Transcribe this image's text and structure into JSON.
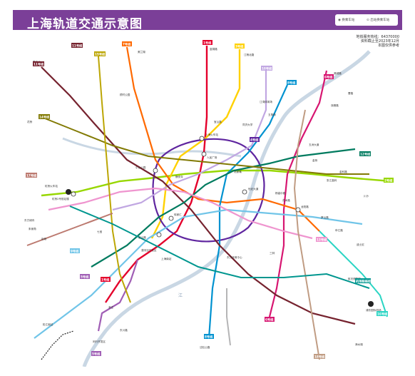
{
  "title": "上海轨道交通示意图",
  "legend": {
    "transfer": "换乘车站",
    "out_transfer": "出站换乘车站"
  },
  "notes": [
    "地铁服务热线：64370000",
    "资料截止至2023年12月",
    "本图仅供参考"
  ],
  "river_label": "江",
  "colors": {
    "title_bg": "#7b3f98",
    "river": "#c9d7e4",
    "line1": "#e4002b",
    "line2": "#97d700",
    "line3": "#ffd100",
    "line4": "#5f259f",
    "line5": "#a05eb5",
    "line6": "#d71671",
    "line7": "#ff6900",
    "line8": "#0092d0",
    "line9": "#71c5e8",
    "line10": "#c1a7e2",
    "line11": "#76232f",
    "line12": "#007b5f",
    "line13": "#ef95cf",
    "line14": "#827a04",
    "line15": "#bca605",
    "line16": "#2cd5c4",
    "line17": "#bc796f",
    "line18": "#c09c83",
    "pujiang": "#b5b5b6",
    "airport": "#00968f"
  },
  "line_tags": {
    "l1n": "1号线",
    "l3n": "3号线",
    "l7n": "7号线",
    "l11w": "11号线",
    "l11b": "11号线",
    "l6n": "6号线",
    "l8n": "8号线",
    "l14": "14号线",
    "l15": "15号线",
    "l17": "17号线",
    "l12": "12号线",
    "l9": "9号线",
    "l16": "16号线",
    "l13": "13号线",
    "l18": "18号线",
    "l5": "5号线",
    "l1s": "1号线",
    "l5s": "5号线",
    "lair": "机场联络线",
    "l8s": "8号线",
    "l6s": "6号线",
    "l10": "10号线",
    "l2": "2号线",
    "l4": "4号线"
  },
  "stations": {
    "fujinlu": "富锦路",
    "xinzhuang": "莘庄",
    "hongqiao2": "虹桥2号航站楼",
    "pudong_airport": "浦东国际机场",
    "century_ave": "世纪大道",
    "peoples_sq": "人民广场",
    "lujiazui": "陆家嘴",
    "xujiahui": "徐家汇",
    "shanghai_rs": "上海火车站",
    "longyang": "龙阳路",
    "zhongshan_park": "中山公园",
    "jingan": "静安寺",
    "hongqiao_rs": "虹桥火车站",
    "songjiang": "松江南站",
    "dishui": "滴水湖",
    "jiading": "嘉定北",
    "huaqiao": "花桥",
    "disney": "迪士尼",
    "qibao": "七宝",
    "dongchuan": "东川路",
    "minhang": "闵行开发区",
    "shuangfeng": "双峰路",
    "wuzhou": "五洲大道",
    "shendu": "沈杜公路",
    "oriental": "东方体育中心",
    "yanggao": "杨高中路",
    "tongji": "同济大学",
    "wujiaochang": "五角场",
    "jiangwan": "江湾体育场",
    "baoshan": "宝山路",
    "yishan": "宜山路",
    "caohejing": "漕河泾开发区",
    "shanghai_south": "上海南站",
    "zhangjiang": "张江高科",
    "jinke": "金科路",
    "chuansha": "川沙",
    "luoshan": "罗山路",
    "gucun": "顾村公园",
    "meilan": "美兰湖",
    "jiangyang": "江杨北路",
    "caolu": "曹路",
    "gangcheng": "港城路",
    "jinqiao": "金桥",
    "qingpu": "东方绿舟",
    "zhujiajiao": "朱家角",
    "zhaoxiang": "赵巷",
    "sanlin": "三林",
    "huamu": "花木路",
    "aerospace": "航天博物馆",
    "shenjiang": "申江路"
  }
}
